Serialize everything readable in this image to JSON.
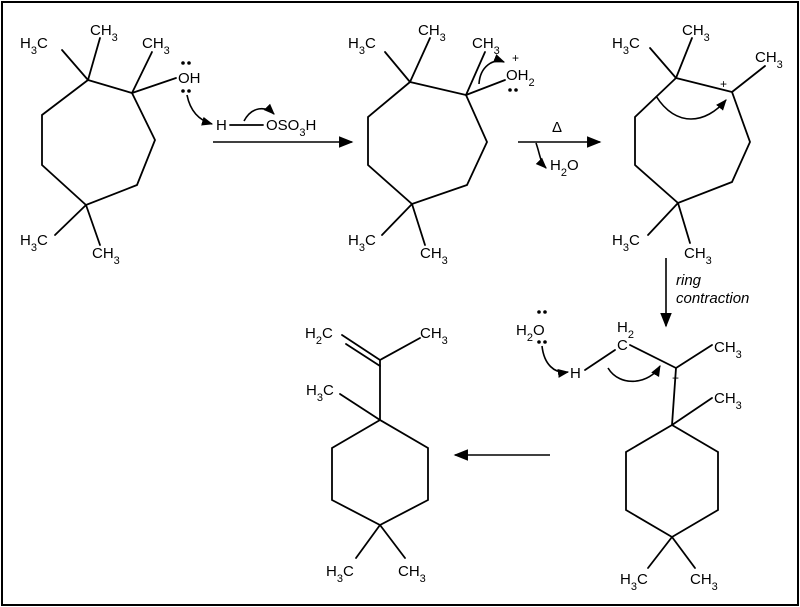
{
  "labels": {
    "ch3": "CH3",
    "h3c": "H3C",
    "oh": "OH",
    "h": "H",
    "osulfate": "OSO3H",
    "oh2": "OH2",
    "h2o": "H2O",
    "h2": "H2",
    "c": "C",
    "plus": "+",
    "delta": "Δ",
    "h2c": "H2C"
  },
  "arrow_labels": {
    "ring_contraction_line1": "ring",
    "ring_contraction_line2": "contraction"
  },
  "colors": {
    "ink": "#000000",
    "background": "#ffffff"
  }
}
